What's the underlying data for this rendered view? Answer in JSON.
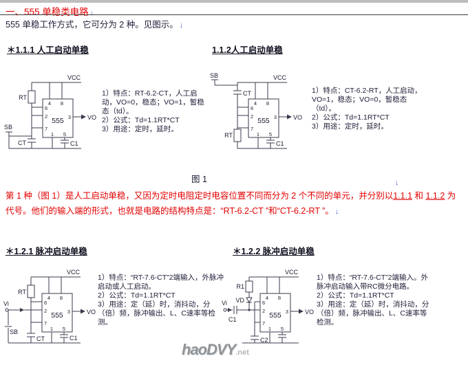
{
  "doc": {
    "title": "一、555 单稳类电路",
    "intro": "555 单稳工作方式，它可分为 2 种。见图示。",
    "para_mark": "↓",
    "fig1_caption": "图 1",
    "para2_a": "第 1 种（图 1）是人工启动单稳，又因为定时电阻定时电容位置不同而分为 2 个不同的单元，并分别以",
    "para2_link1": "1.1.1",
    "para2_mid": " 和 ",
    "para2_link2": "1.1.2",
    "para2_b": " 为代号。他们的输入端的形式，也就是电路的结构特点是：“RT-6.2-CT ”和“CT-6.2-RT ”。"
  },
  "headings": {
    "h111": "＊1.1.1 人工启动单稳",
    "h112": "1.1.2人工启动单稳",
    "h121": "＊1.2.1 脉冲启动单稳",
    "h122": "＊1.2.2 脉冲启动单稳"
  },
  "notes": {
    "n111": [
      "1）特点：RT-6.2-CT，人工启动，VO=0，稳态；VO=1，暂稳态（td）。",
      "2）公式：Td=1.1RT*CT",
      "3）用途：定时，延时。"
    ],
    "n112": [
      "1）特点：CT-6.2-RT，人工启动，VO=1，稳态；VO=0，暂稳态（td）。",
      "2）公式：Td=1.1RT*CT",
      "3）用途：定时，延时。"
    ],
    "n121": [
      "1）特点：“RT-7.6-CT”2端输入，外脉冲启动或人工启动。",
      "2）公式：Td=1.1RT*CT",
      "3）用途：定（延）时，消抖动，分（倍）频，脉冲输出、L、C速率等检测。"
    ],
    "n122": [
      "1）特点：“RT-7.6-CT”2端输入。外脉冲启动输入带RC微分电路。",
      "2）公式：Td=1.1RT*CT",
      "3）用途：定（延）时，消抖动，分（倍）频，脉冲输出、L、C速率等检测。"
    ]
  },
  "circuits": {
    "c111": {
      "vcc": "VCC",
      "vo": "VO",
      "chip": "555",
      "rt": "RT",
      "ct": "CT",
      "c1": "C1",
      "sb": "SB",
      "p1": "1",
      "p2": "2",
      "p3": "3",
      "p4": "4",
      "p5": "5",
      "p6": "6",
      "p7": "7",
      "p8": "8"
    },
    "c112": {
      "vcc": "VCC",
      "vo": "VO",
      "chip": "555",
      "rt": "RT",
      "ct": "CT",
      "c1": "C1",
      "sb": "SB",
      "p1": "1",
      "p2": "2",
      "p3": "3",
      "p4": "4",
      "p5": "5",
      "p6": "6",
      "p7": "7",
      "p8": "8"
    },
    "c121": {
      "vcc": "VCC",
      "vo": "VO",
      "chip": "555",
      "rt": "RT",
      "ct": "CT",
      "c1": "C1",
      "sb": "SB",
      "vi": "Vi",
      "p1": "1",
      "p2": "2",
      "p3": "3",
      "p4": "4",
      "p5": "5",
      "p6": "6",
      "p7": "7",
      "p8": "8"
    },
    "c122": {
      "vcc": "VCC",
      "vo": "VO",
      "chip": "555",
      "r1": "R1",
      "vd": "VD",
      "vi": "Vi",
      "c1": "C1",
      "c2": "C2",
      "p1": "1",
      "p2": "2",
      "p3": "3",
      "p4": "4",
      "p5": "5",
      "p6": "6",
      "p7": "7",
      "p8": "8"
    }
  },
  "watermark": {
    "main": "haoDVY",
    "tld": ".net"
  }
}
